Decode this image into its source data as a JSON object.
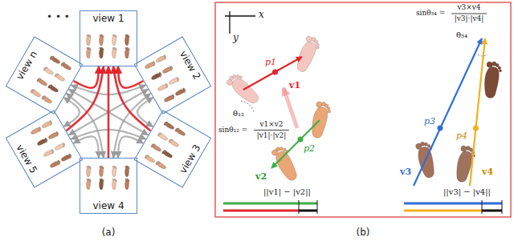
{
  "diagram": {
    "nodes": [
      {
        "text": [
          "view 1"
        ]
      },
      {
        "text": [
          "view 2"
        ]
      },
      {
        "text": [
          "view 3"
        ]
      },
      {
        "text": [
          "view 4"
        ]
      },
      {
        "text": [
          "view 5"
        ]
      },
      {
        "text": [
          "view n"
        ]
      }
    ],
    "edges": [
      {
        "from": 1,
        "to": 0,
        "arrow": "to"
      },
      {
        "from": 2,
        "to": 0,
        "arrow": "to"
      },
      {
        "from": 3,
        "to": 0,
        "arrow": "to"
      },
      {
        "from": 4,
        "to": 0,
        "arrow": "to"
      },
      {
        "from": 5,
        "to": 0,
        "arrow": "to"
      },
      {
        "from": 1,
        "to": 2,
        "arrow": "both"
      },
      {
        "from": 1,
        "to": 3,
        "arrow": "both"
      },
      {
        "from": 1,
        "to": 4,
        "arrow": "both"
      },
      {
        "from": 1,
        "to": 5,
        "arrow": "both"
      },
      {
        "from": 2,
        "to": 3,
        "arrow": "both"
      },
      {
        "from": 2,
        "to": 4,
        "arrow": "both"
      },
      {
        "from": 2,
        "to": 5,
        "arrow": "both"
      },
      {
        "from": 3,
        "to": 4,
        "arrow": "both"
      },
      {
        "from": 3,
        "to": 5,
        "arrow": "both"
      },
      {
        "from": 4,
        "to": 5,
        "arrow": "both"
      }
    ],
    "labels": [
      "• • •",
      "(a)",
      "x",
      "y",
      "p1",
      "v1",
      "θ₁₂",
      "p2",
      "v2",
      "sinθ₁₂ =",
      "v1×v2",
      "|v1|·|v2|",
      "||v1| − |v2||",
      "sinθ₃₄ =",
      "v3×v4",
      "|v3|·|v4|",
      "θ₃₄",
      "p3",
      "v3",
      "p4",
      "v4",
      "||v3| − |v4||",
      "(b)"
    ]
  }
}
